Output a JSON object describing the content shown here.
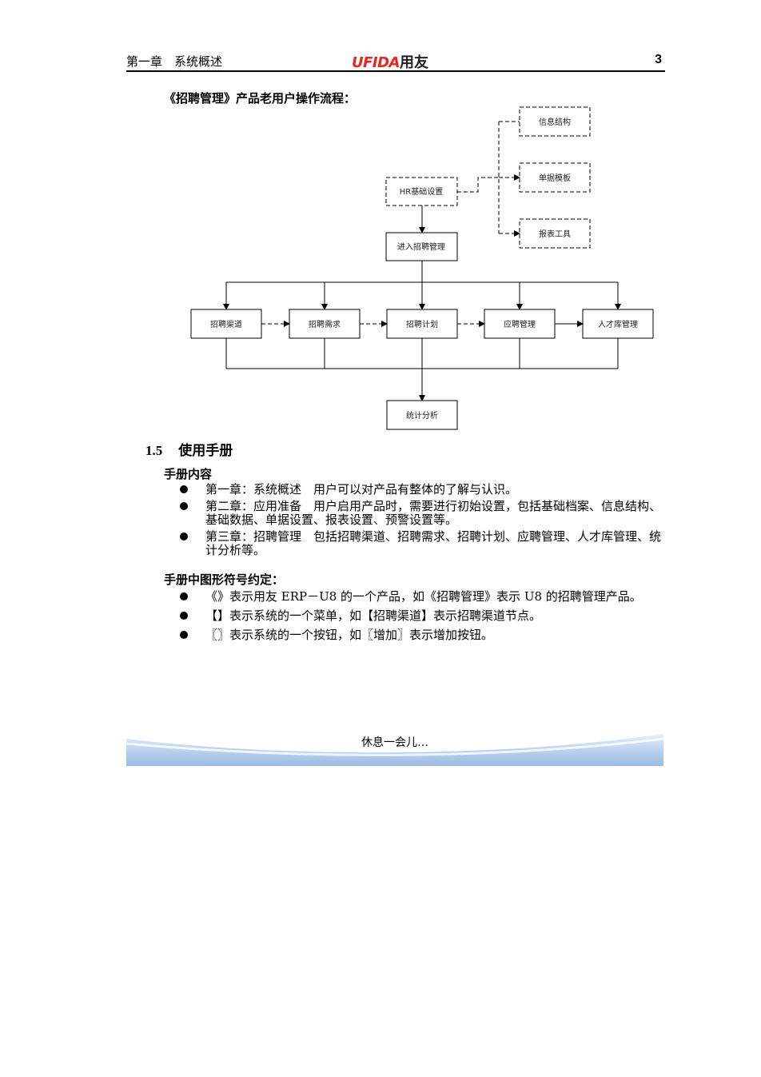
{
  "header": {
    "chapter": "第一章　系统概述",
    "logo_brand": "UFIDA",
    "logo_cn": "用友",
    "page_number": "3"
  },
  "flow": {
    "title": "《招聘管理》产品老用户操作流程：",
    "nodes": {
      "hr_base": "HR基础设置",
      "info_struct": "信息结构",
      "doc_template": "单据模板",
      "report_tool": "报表工具",
      "enter_recruit": "进入招聘管理",
      "channel": "招聘渠道",
      "demand": "招聘需求",
      "plan": "招聘计划",
      "applicant": "应聘管理",
      "talent_pool": "人才库管理",
      "stats": "统计分析"
    }
  },
  "section": {
    "number": "1.5",
    "title": "使用手册",
    "content_heading": "手册内容",
    "content_items": [
      "第一章：系统概述　用户可以对产品有整体的了解与认识。",
      "第二章：应用准备　用户启用产品时，需要进行初始设置，包括基础档案、信息结构、基础数据、单据设置、报表设置、预警设置等。",
      "第三章：招聘管理　包括招聘渠道、招聘需求、招聘计划、应聘管理、人才库管理、统计分析等。"
    ],
    "symbols_heading": "手册中图形符号约定：",
    "symbol_items": [
      "《》表示用友 ERP－U8 的一个产品，如《招聘管理》表示 U8 的招聘管理产品。",
      "【】表示系统的一个菜单，如【招聘渠道】表示招聘渠道节点。",
      "〖〗表示系统的一个按钮，如〖增加〗表示增加按钮。"
    ]
  },
  "footer": {
    "text": "休息一会儿…"
  }
}
